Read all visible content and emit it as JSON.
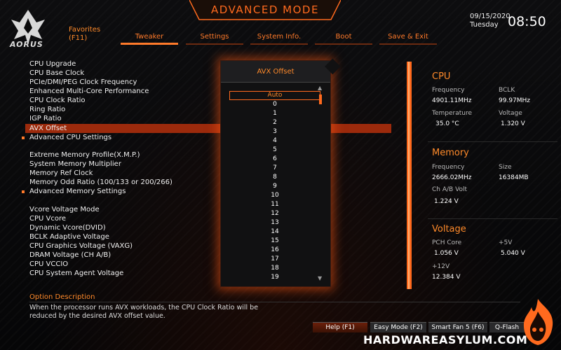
{
  "header": {
    "brand": "AORUS",
    "title": "ADVANCED MODE",
    "date": "09/15/2020",
    "day": "Tuesday",
    "time": "08:50",
    "favorites": "Favorites",
    "favorites_key": "(F11)"
  },
  "tabs": [
    {
      "label": "Tweaker",
      "active": true
    },
    {
      "label": "Settings"
    },
    {
      "label": "System Info."
    },
    {
      "label": "Boot"
    },
    {
      "label": "Save & Exit"
    }
  ],
  "settings": [
    {
      "label": "CPU Upgrade"
    },
    {
      "label": "CPU Base Clock"
    },
    {
      "label": "PCIe/DMI/PEG Clock Frequency"
    },
    {
      "label": "Enhanced Multi-Core Performance"
    },
    {
      "label": "CPU Clock Ratio"
    },
    {
      "label": "Ring Ratio"
    },
    {
      "label": "IGP Ratio"
    },
    {
      "label": "AVX Offset",
      "selected": true
    },
    {
      "label": "Advanced CPU Settings",
      "submenu": true
    },
    {
      "label": "Extreme Memory Profile(X.M.P.)"
    },
    {
      "label": "System Memory Multiplier"
    },
    {
      "label": "Memory Ref Clock"
    },
    {
      "label": "Memory Odd Ratio (100/133 or 200/266)"
    },
    {
      "label": "Advanced Memory Settings",
      "submenu": true
    },
    {
      "label": "Vcore Voltage Mode"
    },
    {
      "label": "CPU Vcore"
    },
    {
      "label": "Dynamic Vcore(DVID)"
    },
    {
      "label": "BCLK Adaptive Voltage"
    },
    {
      "label": "CPU Graphics Voltage (VAXG)"
    },
    {
      "label": "DRAM Voltage     (CH A/B)"
    },
    {
      "label": "CPU VCCIO"
    },
    {
      "label": "CPU System Agent Voltage"
    }
  ],
  "popup": {
    "title": "AVX Offset",
    "options": [
      "Auto",
      "0",
      "1",
      "2",
      "3",
      "4",
      "5",
      "6",
      "7",
      "8",
      "9",
      "10",
      "11",
      "12",
      "13",
      "14",
      "15",
      "16",
      "17",
      "18",
      "19"
    ],
    "selected": "Auto"
  },
  "cpu": {
    "title": "CPU",
    "frequency_label": "Frequency",
    "frequency": "4901.11MHz",
    "bclk_label": "BCLK",
    "bclk": "99.97MHz",
    "temperature_label": "Temperature",
    "temperature": "35.0 °C",
    "voltage_label": "Voltage",
    "voltage": "1.320 V"
  },
  "memory": {
    "title": "Memory",
    "frequency_label": "Frequency",
    "frequency": "2666.02MHz",
    "size_label": "Size",
    "size": "16384MB",
    "ch_label": "Ch A/B Volt",
    "ch": "1.224 V"
  },
  "voltage": {
    "title": "Voltage",
    "pch_label": "PCH Core",
    "pch": "1.056 V",
    "v5_label": "+5V",
    "v5": "5.040 V",
    "v12_label": "+12V",
    "v12": "12.384 V"
  },
  "description": {
    "title": "Option Description",
    "line1": "When the processor runs AVX workloads, the CPU Clock Ratio will be",
    "line2": "reduced by the desired AVX offset value."
  },
  "footer": {
    "help": "Help (F1)",
    "easy": "Easy Mode (F2)",
    "fan": "Smart Fan 5 (F6)",
    "qflash": "Q-Flash",
    "watermark": "HARDWAREASYLUM.COM"
  },
  "colors": {
    "accent": "#ff6a1e",
    "selected_row": "#9c2a0c"
  }
}
